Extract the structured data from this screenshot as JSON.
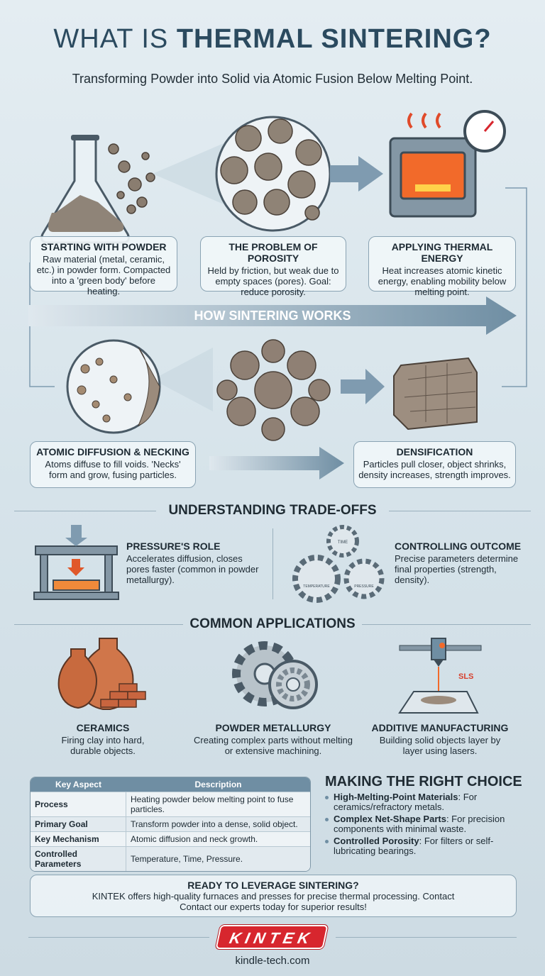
{
  "header": {
    "title_light": "WHAT IS ",
    "title_bold": "THERMAL SINTERING?",
    "subtitle": "Transforming Powder into Solid via Atomic Fusion Below Melting Point."
  },
  "steps": [
    {
      "title": "STARTING WITH POWDER",
      "text": "Raw material (metal, ceramic, etc.) in powder form. Compacted into a 'green body' before heating."
    },
    {
      "title": "THE PROBLEM OF POROSITY",
      "text": "Held by friction, but weak due to empty spaces (pores). Goal: reduce porosity."
    },
    {
      "title": "APPLYING THERMAL ENERGY",
      "text": "Heat increases atomic kinetic energy, enabling mobility below melting point."
    },
    {
      "title": "ATOMIC DIFFUSION & NECKING",
      "text": "Atoms diffuse to fill voids. 'Necks' form and grow, fusing particles."
    },
    {
      "title": "DENSIFICATION",
      "text": "Particles pull closer, object shrinks, density increases, strength improves."
    }
  ],
  "how_label": "HOW SINTERING WORKS",
  "tradeoffs": {
    "heading": "UNDERSTANDING TRADE-OFFS",
    "items": [
      {
        "title": "PRESSURE'S ROLE",
        "text": "Accelerates diffusion, closes pores faster (common in powder metallurgy)."
      },
      {
        "title": "CONTROLLING OUTCOME",
        "text": "Precise parameters determine final properties (strength, density)."
      }
    ],
    "gear_labels": [
      "TIME",
      "TEMPERATURE",
      "PRESSURE"
    ]
  },
  "applications": {
    "heading": "COMMON APPLICATIONS",
    "items": [
      {
        "title": "CERAMICS",
        "text": "Firing clay into hard, durable objects."
      },
      {
        "title": "POWDER METALLURGY",
        "text": "Creating complex parts without melting or extensive machining."
      },
      {
        "title": "ADDITIVE MANUFACTURING",
        "text": "Building solid objects layer by layer using lasers."
      }
    ],
    "sls_label": "SLS"
  },
  "table": {
    "headers": [
      "Key Aspect",
      "Description"
    ],
    "rows": [
      [
        "Process",
        "Heating powder below melting point to fuse particles."
      ],
      [
        "Primary Goal",
        "Transform powder into a dense, solid object."
      ],
      [
        "Key Mechanism",
        "Atomic diffusion and neck growth."
      ],
      [
        "Controlled Parameters",
        "Temperature, Time, Pressure."
      ]
    ]
  },
  "choice": {
    "heading": "MAKING THE RIGHT CHOICE",
    "items": [
      {
        "bold": "High-Melting-Point Materials",
        "text": ": For ceramics/refractory metals."
      },
      {
        "bold": "Complex Net-Shape Parts",
        "text": ": For precision components with minimal waste."
      },
      {
        "bold": "Controlled Porosity",
        "text": ": For filters or self-lubricating bearings."
      }
    ]
  },
  "cta": {
    "title": "READY TO LEVERAGE SINTERING?",
    "line1": "KINTEK offers high-quality furnaces and presses for precise thermal processing. Contact",
    "line2": "Contact our experts today for superior results!"
  },
  "footer": {
    "logo": "KINTEK",
    "url": "kindle-tech.com"
  },
  "colors": {
    "accent": "#2b4a5f",
    "arrow": "#7f9bb0",
    "logo_red": "#d7262e",
    "particle": "#8a7d70",
    "heat": "#f26a2a"
  }
}
